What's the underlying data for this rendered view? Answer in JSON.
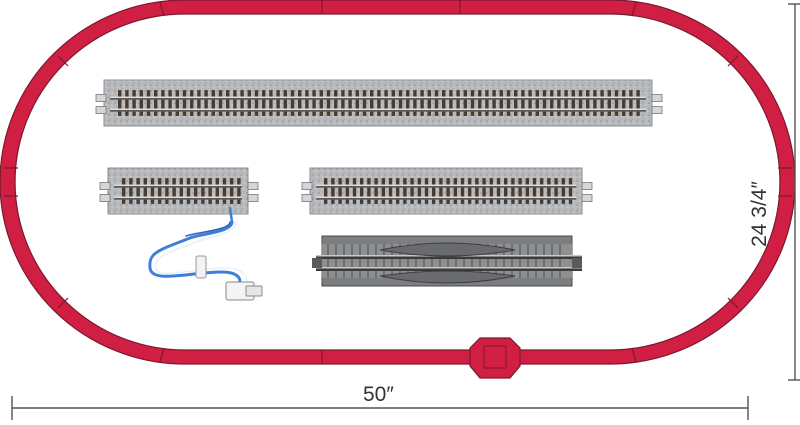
{
  "dimensions": {
    "width_label": "50″",
    "height_label": "24 3/4″"
  },
  "colors": {
    "loop_fill": "#d11f43",
    "loop_stroke": "#7a1a2c",
    "ballast": "#b9bcc0",
    "tie": "#4a3b30",
    "rail": "#d9d9d9",
    "cable_blue": "#3f7fd8",
    "dimension_line": "#555555"
  },
  "items": {
    "loop_track": "oval-loop-track",
    "long_straight": "long-straight-track",
    "short_straight": "short-straight-track",
    "medium_straight": "medium-straight-track",
    "uncoupler": "uncoupler-track",
    "feeder_cable": "feeder-cable"
  }
}
